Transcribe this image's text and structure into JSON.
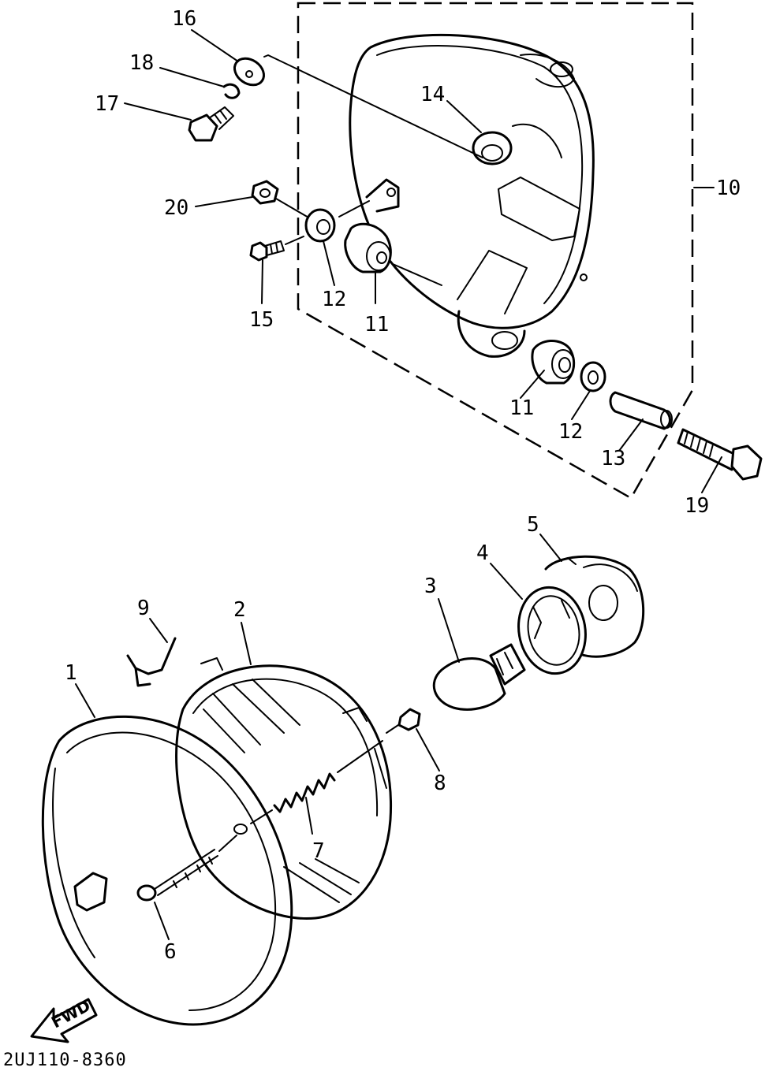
{
  "labels": {
    "p1": "1",
    "p2": "2",
    "p3": "3",
    "p4": "4",
    "p5": "5",
    "p6": "6",
    "p7": "7",
    "p8": "8",
    "p9": "9",
    "p10": "10",
    "p11a": "11",
    "p11b": "11",
    "p12a": "12",
    "p12b": "12",
    "p13": "13",
    "p14": "14",
    "p15": "15",
    "p16": "16",
    "p17": "17",
    "p18": "18",
    "p19": "19",
    "p20": "20"
  },
  "direction_arrow": "FWD",
  "diagram_code": "2UJ110-8360"
}
